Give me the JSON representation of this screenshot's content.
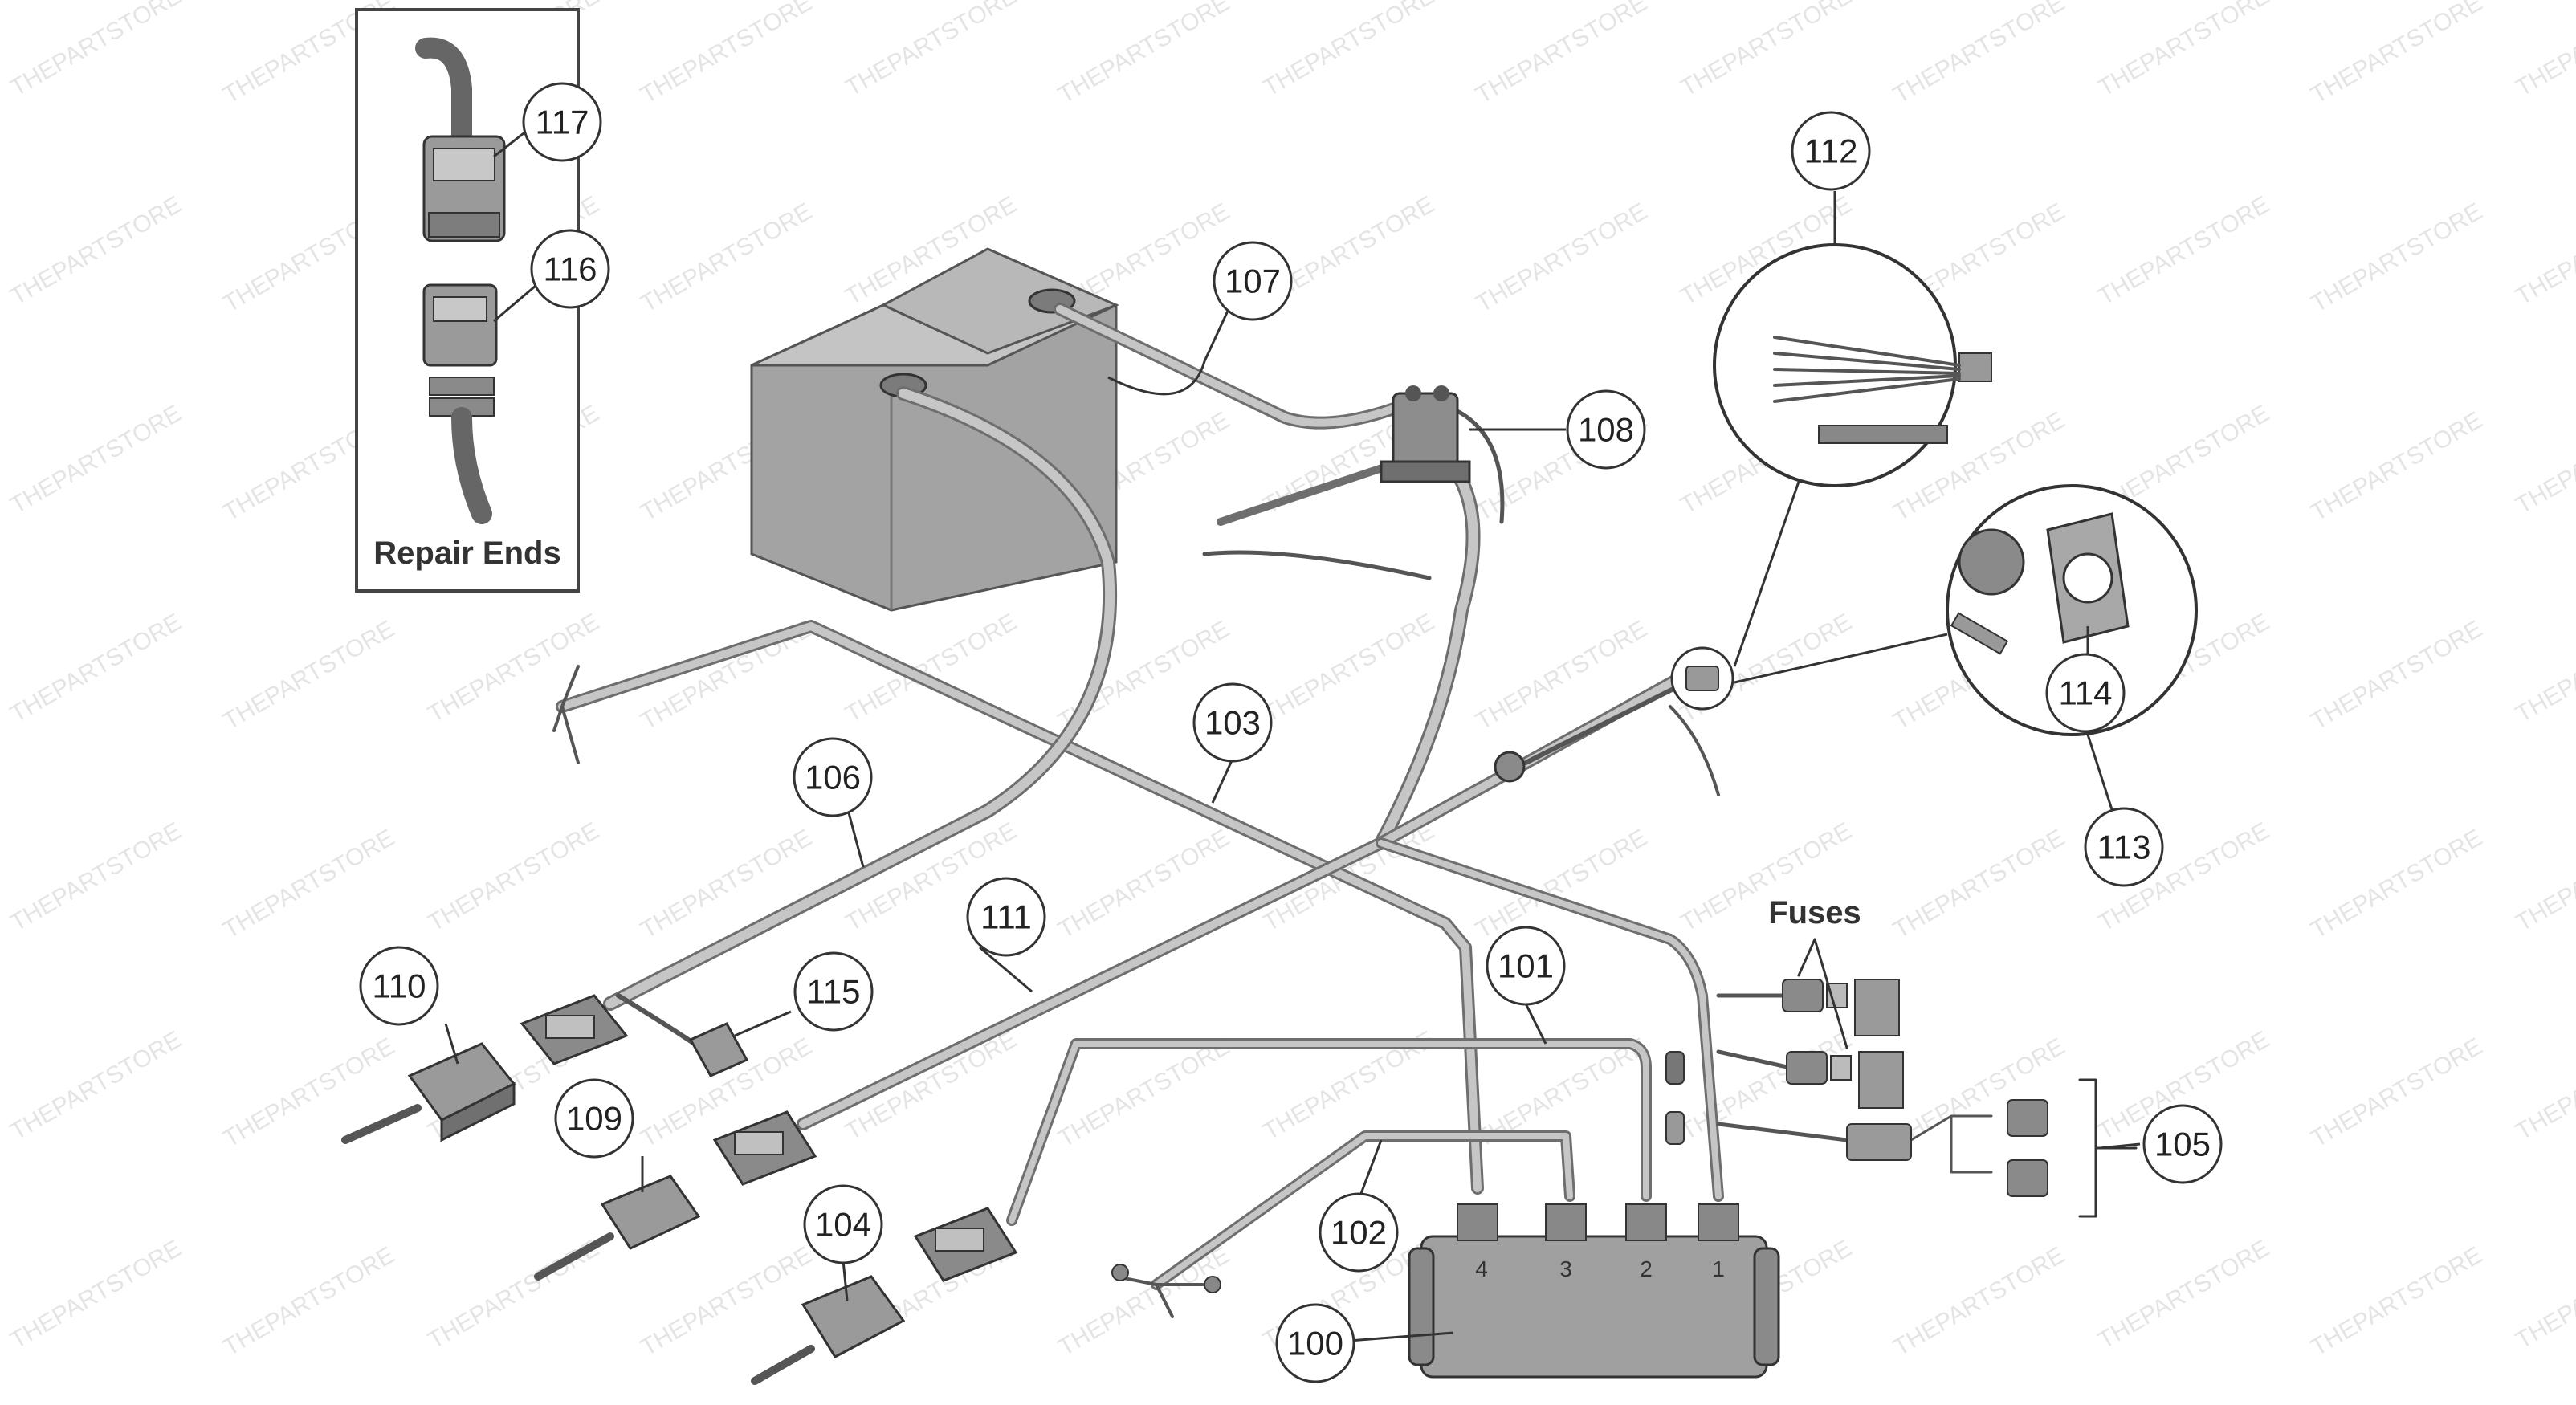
{
  "watermark": "THEPARTSTORE",
  "inset": {
    "caption": "Repair Ends"
  },
  "fuses_label": "Fuses",
  "module": {
    "ports": [
      "4",
      "3",
      "2",
      "1"
    ]
  },
  "callouts": [
    "100",
    "101",
    "102",
    "103",
    "104",
    "105",
    "106",
    "107",
    "108",
    "109",
    "110",
    "111",
    "112",
    "113",
    "114",
    "115",
    "116",
    "117"
  ],
  "colors": {
    "line": "#333333",
    "wire_fill": "#bdbdbd",
    "part_fill": "#9a9a9a",
    "battery_fill": "#a3a3a3"
  }
}
